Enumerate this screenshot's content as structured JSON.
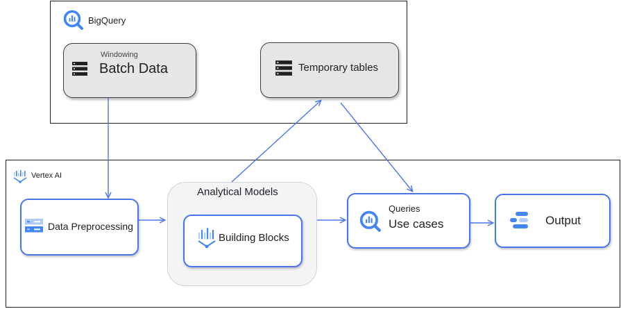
{
  "bigquery": {
    "title": "BigQuery",
    "batch": {
      "subtitle": "Windowing",
      "label": "Batch Data"
    },
    "temp": {
      "label": "Temporary tables"
    }
  },
  "vertex": {
    "title": "Vertex AI",
    "preprocessing": {
      "label": "Data Preprocessing"
    },
    "models": {
      "title": "Analytical Models",
      "blocks_label": "Building Blocks"
    },
    "queries": {
      "subtitle": "Queries",
      "label": "Use cases"
    },
    "output": {
      "label": "Output"
    }
  },
  "colors": {
    "arrow": "#4a74f0",
    "google_blue": "#4285f4",
    "google_light_blue": "#aecbfa",
    "box_gray": "#e6e6e6"
  },
  "icons": [
    "bigquery-icon",
    "database-icon",
    "database-icon",
    "vertex-ai-icon",
    "storage-icon",
    "vertex-ai-icon",
    "bigquery-icon",
    "dashboard-icon"
  ]
}
